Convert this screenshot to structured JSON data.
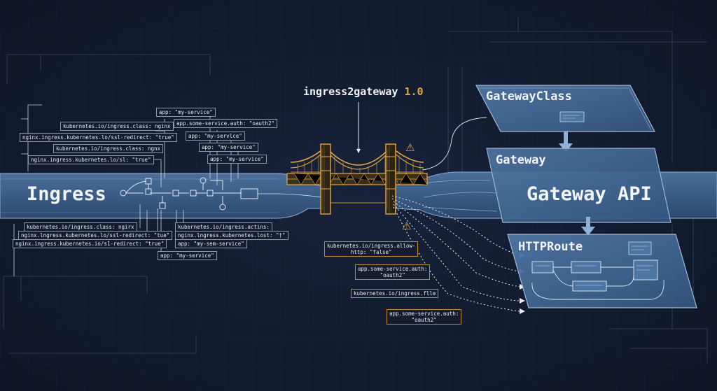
{
  "tool": {
    "name": "ingress2gateway",
    "version": "1.0"
  },
  "left": {
    "title": "Ingress"
  },
  "right": {
    "title": "Gateway API",
    "layers": [
      {
        "id": "gatewayclass",
        "label": "GatewayClass"
      },
      {
        "id": "gateway",
        "label": "Gateway"
      },
      {
        "id": "httproute",
        "label": "HTTPRoute"
      }
    ]
  },
  "annotations_top": [
    "kubernetes.io/ingress.class: nginx",
    "nginx.ingress.kubernetes.lo/ssl-redirect: \"true\"",
    "kubernetes.io/ingress.class: ngnx",
    "nginx.ingress.kubernetes.lo/sl: \"true\"",
    "app: \"my-service\"",
    "app.some-service.auth: \"oauth2\"",
    "app: \"my-servlce\"",
    "app: \"my-service\"",
    "app: \"my-service\""
  ],
  "annotations_bottom": [
    "kubernetes.io/ingress.class: ngirx",
    "nginx.lngress.kubernetes.lo/ssl-redirect: \"tue\"",
    "nginx.ingress.kubernetes.io/s1-redirect: \"true\"",
    "kubernetes.io/ingress.actins:",
    "nginx.lngress.kubernetes.lost: \"†\"",
    "app: \"my-sem-service\"",
    "app: \"my-service\""
  ],
  "unmapped": [
    "kubernetes.io/ingress.allow-\nhttp: \"false\"",
    "app.some-service.auth:\n\"oauth2\"",
    "kubernetes.io/ingress.flle",
    "app.some-service.auth:\n\"oauth2\""
  ],
  "colors": {
    "accent": "#e3a640",
    "panel": "#3f6590",
    "pipe": "#3d5f8a",
    "background": "#121a2e"
  },
  "icons": [
    "warning-icon"
  ]
}
